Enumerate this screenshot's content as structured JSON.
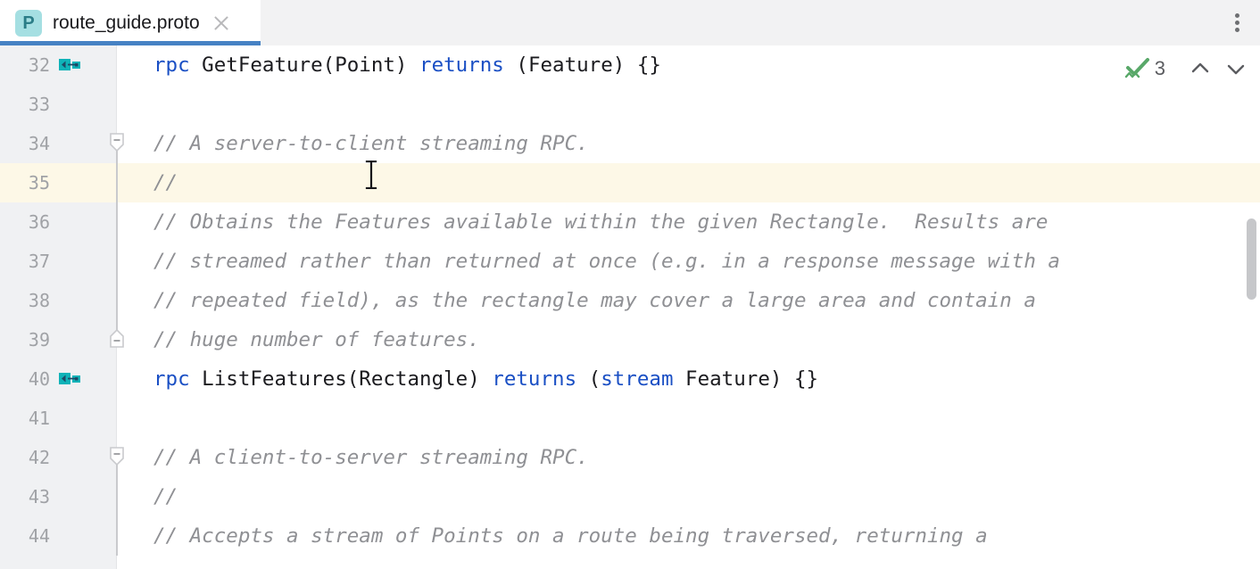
{
  "window": {
    "background": "#ffffff"
  },
  "tabbar": {
    "background": "#f2f2f3",
    "active_tab": {
      "icon_letter": "P",
      "icon_bg": "#a5dfe2",
      "icon_fg": "#2b7d87",
      "title": "route_guide.proto",
      "close_label": "×",
      "underline_color": "#4682c4"
    },
    "more_options_label": "⋮"
  },
  "editor": {
    "gutter_bg": "#f0f1f3",
    "current_line_bg": "#fdf8e7",
    "keyword_color": "#1a4fc4",
    "comment_color": "#8f9094",
    "text_color": "#1b1b1f",
    "lines": [
      {
        "number": "32",
        "gutter_icon": "implemented-method-icon",
        "fold": "none",
        "current": false,
        "tokens": [
          {
            "t": "rpc",
            "c": "kw"
          },
          {
            "t": " GetFeature(Point) ",
            "c": ""
          },
          {
            "t": "returns",
            "c": "kw"
          },
          {
            "t": " (Feature) {}",
            "c": ""
          }
        ]
      },
      {
        "number": "33",
        "gutter_icon": "",
        "fold": "none",
        "current": false,
        "tokens": []
      },
      {
        "number": "34",
        "gutter_icon": "",
        "fold": "start",
        "current": false,
        "tokens": [
          {
            "t": "// A server-to-client streaming RPC.",
            "c": "cm"
          }
        ]
      },
      {
        "number": "35",
        "gutter_icon": "",
        "fold": "body",
        "current": true,
        "tokens": [
          {
            "t": "//",
            "c": "cm"
          }
        ]
      },
      {
        "number": "36",
        "gutter_icon": "",
        "fold": "body",
        "current": false,
        "tokens": [
          {
            "t": "// Obtains the Features available within the given Rectangle.  Results are",
            "c": "cm"
          }
        ]
      },
      {
        "number": "37",
        "gutter_icon": "",
        "fold": "body",
        "current": false,
        "tokens": [
          {
            "t": "// streamed rather than returned at once (e.g. in a response message with a",
            "c": "cm"
          }
        ]
      },
      {
        "number": "38",
        "gutter_icon": "",
        "fold": "body",
        "current": false,
        "tokens": [
          {
            "t": "// repeated field), as the rectangle may cover a large area and contain a",
            "c": "cm"
          }
        ]
      },
      {
        "number": "39",
        "gutter_icon": "",
        "fold": "end",
        "current": false,
        "tokens": [
          {
            "t": "// huge number of features.",
            "c": "cm"
          }
        ]
      },
      {
        "number": "40",
        "gutter_icon": "implemented-method-icon",
        "fold": "none",
        "current": false,
        "tokens": [
          {
            "t": "rpc",
            "c": "kw"
          },
          {
            "t": " ListFeatures(Rectangle) ",
            "c": ""
          },
          {
            "t": "returns",
            "c": "kw"
          },
          {
            "t": " (",
            "c": ""
          },
          {
            "t": "stream",
            "c": "kw"
          },
          {
            "t": " Feature) {}",
            "c": ""
          }
        ]
      },
      {
        "number": "41",
        "gutter_icon": "",
        "fold": "none",
        "current": false,
        "tokens": []
      },
      {
        "number": "42",
        "gutter_icon": "",
        "fold": "start",
        "current": false,
        "tokens": [
          {
            "t": "// A client-to-server streaming RPC.",
            "c": "cm"
          }
        ]
      },
      {
        "number": "43",
        "gutter_icon": "",
        "fold": "body",
        "current": false,
        "tokens": [
          {
            "t": "//",
            "c": "cm"
          }
        ]
      },
      {
        "number": "44",
        "gutter_icon": "",
        "fold": "body",
        "current": false,
        "tokens": [
          {
            "t": "// Accepts a stream of Points on a route being traversed, returning a",
            "c": "cm"
          }
        ]
      }
    ]
  },
  "inspections": {
    "status_icon": "green-check-icon",
    "status_color": "#59a869",
    "problem_count": "3",
    "prev_label": "∧",
    "next_label": "∨"
  },
  "scrollbar": {
    "thumb_color": "#c6c7ca"
  }
}
